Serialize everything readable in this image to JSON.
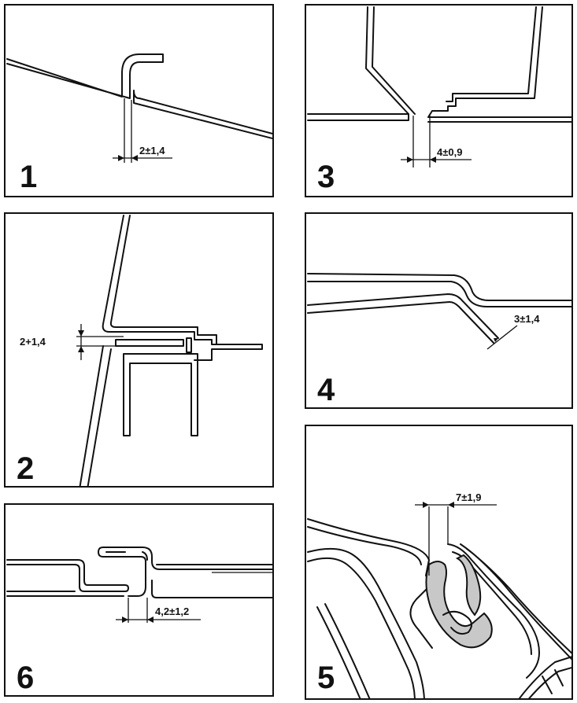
{
  "panels": [
    {
      "number": "1",
      "dimension": "2±1,4"
    },
    {
      "number": "2",
      "dimension": "2+1,4"
    },
    {
      "number": "3",
      "dimension": "4±0,9"
    },
    {
      "number": "4",
      "dimension": "3±1,4"
    },
    {
      "number": "5",
      "dimension": "7±1,9"
    },
    {
      "number": "6",
      "dimension": "4,2±1,2"
    }
  ],
  "colors": {
    "ink": "#111111",
    "paper": "#ffffff"
  }
}
